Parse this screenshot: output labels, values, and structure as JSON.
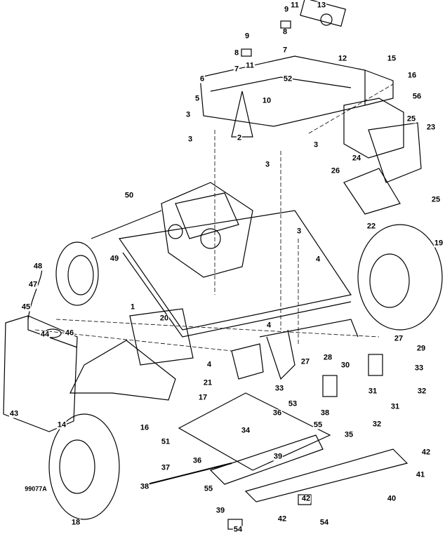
{
  "diagram": {
    "drawing_number": "99077A",
    "callouts": [
      "13",
      "9",
      "11",
      "8",
      "7",
      "12",
      "15",
      "16",
      "9",
      "8",
      "7",
      "11",
      "6",
      "5",
      "3",
      "10",
      "52",
      "56",
      "25",
      "23",
      "3",
      "2",
      "3",
      "3",
      "26",
      "24",
      "25",
      "50",
      "22",
      "3",
      "19",
      "4",
      "48",
      "49",
      "1",
      "47",
      "45",
      "44",
      "46",
      "4",
      "20",
      "27",
      "29",
      "33",
      "28",
      "30",
      "27",
      "4",
      "21",
      "31",
      "32",
      "43",
      "33",
      "53",
      "38",
      "31",
      "17",
      "36",
      "32",
      "14",
      "16",
      "55",
      "34",
      "35",
      "51",
      "42",
      "39",
      "36",
      "41",
      "37",
      "55",
      "42",
      "40",
      "38",
      "39",
      "42",
      "18",
      "54",
      "54"
    ]
  }
}
